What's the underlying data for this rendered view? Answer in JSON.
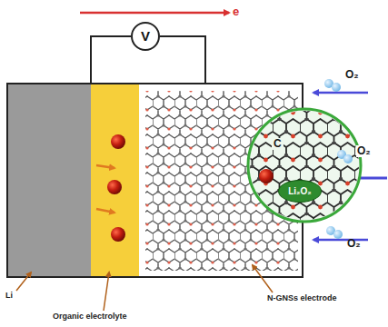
{
  "diagram": {
    "nodes": [
      {
        "text": [
          "V"
        ]
      },
      {
        "text": [
          "Li₂O₂"
        ]
      }
    ],
    "labels": [
      "e",
      "O₂",
      "O₂",
      "O₂",
      "C",
      "Li",
      "Organic electrolyte",
      "N-GNSs electrode"
    ]
  }
}
